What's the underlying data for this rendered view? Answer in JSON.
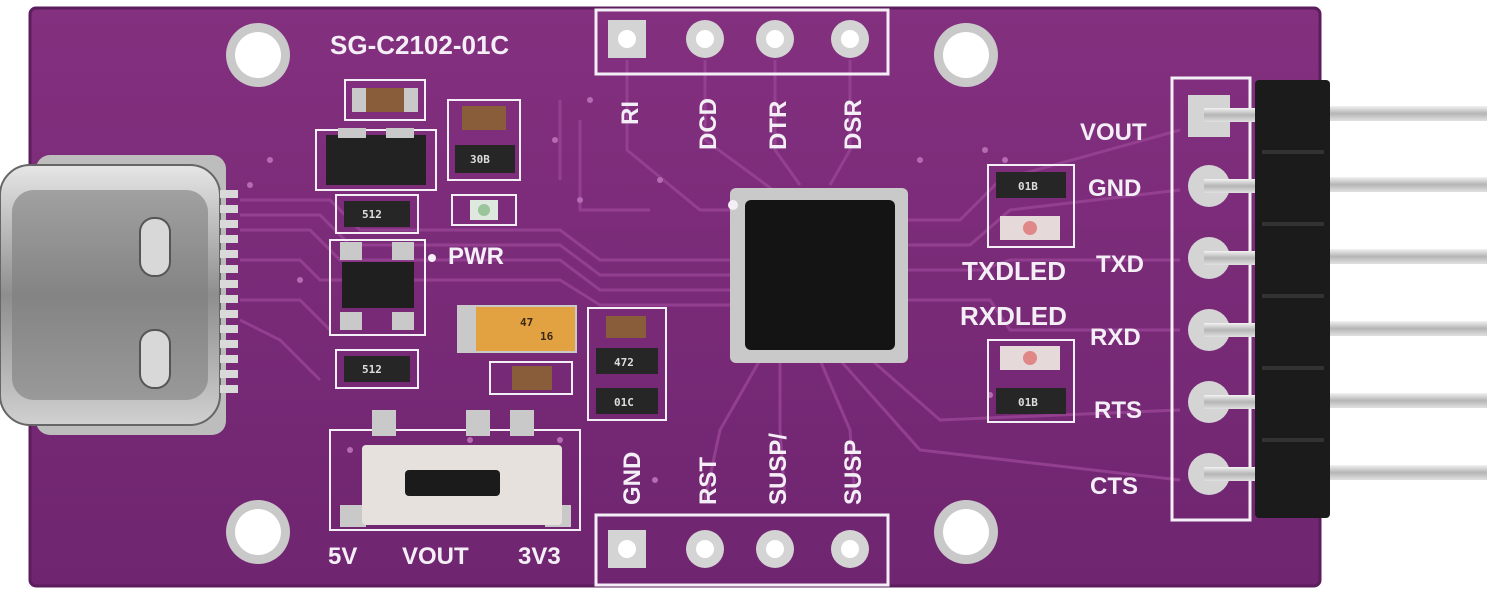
{
  "board": {
    "model": "SG-C2102-01C",
    "colors": {
      "pcb": "#7a2b78",
      "pcb_edge": "#5c1d5c",
      "silk": "#f4eef6",
      "pad": "#c9c9c9",
      "header": "#1b1b1b",
      "pin": "#d8d8d8"
    },
    "top_header_labels": [
      "RI",
      "DCD",
      "DTR",
      "DSR"
    ],
    "bottom_header_labels": [
      "GND",
      "RST",
      "SUSP/",
      "SUSP"
    ],
    "right_header_labels": [
      "VOUT",
      "GND",
      "TXD",
      "RXD",
      "RTS",
      "CTS"
    ],
    "led_labels": {
      "power": "PWR",
      "tx": "TXDLED",
      "rx": "RXDLED"
    },
    "switch_labels": {
      "left": "5V",
      "middle": "VOUT",
      "right": "3V3"
    },
    "component_markings": {
      "r1": "512",
      "r2": "512",
      "c1": "30B",
      "cap_tantalum_a": "47",
      "cap_tantalum_b": "16",
      "r3": "472",
      "r4": "01C",
      "led_r1": "01B",
      "led_r2": "01B"
    }
  }
}
